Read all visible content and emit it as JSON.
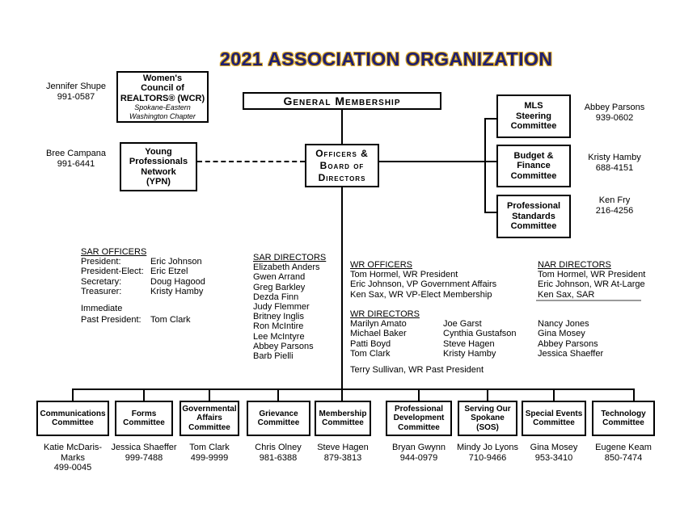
{
  "title": "2021 ASSOCIATION ORGANIZATION",
  "colors": {
    "title_fill": "#1f1f70",
    "title_outline": "#d9a520",
    "line": "#000000",
    "divider": "#9a9a9a"
  },
  "wcr": {
    "contact": {
      "name": "Jennifer Shupe",
      "phone": "991-0587"
    },
    "box": {
      "line1": "Women's",
      "line2": "Council of",
      "line3": "REALTORS® (WCR)",
      "sub1": "Spokane-Eastern",
      "sub2": "Washington Chapter"
    }
  },
  "general_membership": {
    "label": "General Membership"
  },
  "ypn": {
    "contact": {
      "name": "Bree Campana",
      "phone": "991-6441"
    },
    "box": {
      "line1": "Young",
      "line2": "Professionals",
      "line3": "Network",
      "line4": "(YPN)"
    }
  },
  "officers_board": {
    "line1": "Officers &",
    "line2": "Board of",
    "line3": "Directors"
  },
  "right_committees": [
    {
      "line1": "MLS",
      "line2": "Steering",
      "line3": "Committee",
      "contact_name": "Abbey Parsons",
      "contact_phone": "939-0602"
    },
    {
      "line1": "Budget &",
      "line2": "Finance",
      "line3": "Committee",
      "contact_name": "Kristy Hamby",
      "contact_phone": "688-4151"
    },
    {
      "line1": "Professional",
      "line2": "Standards",
      "line3": "Committee",
      "contact_name": "Ken Fry",
      "contact_phone": "216-4256"
    }
  ],
  "sar_officers": {
    "heading": "SAR OFFICERS",
    "rows": [
      {
        "label": "President:",
        "name": "Eric Johnson"
      },
      {
        "label": "President-Elect:",
        "name": "Eric Etzel"
      },
      {
        "label": "Secretary:",
        "name": "Doug Hagood"
      },
      {
        "label": "Treasurer:",
        "name": "Kristy Hamby"
      }
    ],
    "immediate": "Immediate",
    "past_label": "Past President:",
    "past_name": "Tom Clark"
  },
  "sar_directors": {
    "heading": "SAR DIRECTORS",
    "members": [
      "Elizabeth Anders",
      "Gwen Arrand",
      "Greg Barkley",
      "Dezda Finn",
      "Judy Flemmer",
      "Britney Inglis",
      "Ron McIntire",
      "Lee McIntyre",
      "Abbey Parsons",
      "Barb Pielli"
    ]
  },
  "wr_officers": {
    "heading": "WR OFFICERS",
    "members": [
      "Tom Hormel, WR President",
      "Eric Johnson, VP Government Affairs",
      "Ken Sax, WR VP-Elect Membership"
    ]
  },
  "wr_directors": {
    "heading": "WR DIRECTORS",
    "col1": [
      "Marilyn Amato",
      "Michael Baker",
      "Patti Boyd",
      "Tom Clark"
    ],
    "col2": [
      "Joe Garst",
      "Cynthia Gustafson",
      "Steve Hagen",
      "Kristy Hamby"
    ],
    "col3": [
      "Nancy Jones",
      "Gina Mosey",
      "Abbey Parsons",
      "Jessica Shaeffer"
    ]
  },
  "nar_directors": {
    "heading": "NAR DIRECTORS",
    "members": [
      "Tom Hormel, WR President",
      "Eric Johnson, WR At-Large",
      "Ken Sax, SAR"
    ]
  },
  "wr_past_president": "Terry Sullivan, WR Past President",
  "bottom_committees": [
    {
      "lines": [
        "Communications",
        "Committee"
      ],
      "contact": [
        "Katie McDaris-",
        "Marks",
        "499-0045"
      ]
    },
    {
      "lines": [
        "Forms",
        "Committee"
      ],
      "contact": [
        "Jessica Shaeffer",
        "999-7488"
      ]
    },
    {
      "lines": [
        "Governmental",
        "Affairs",
        "Committee"
      ],
      "contact": [
        "Tom Clark",
        "499-9999"
      ]
    },
    {
      "lines": [
        "Grievance",
        "Committee"
      ],
      "contact": [
        "Chris Olney",
        "981-6388"
      ]
    },
    {
      "lines": [
        "Membership",
        "Committee"
      ],
      "contact": [
        "Steve Hagen",
        "879-3813"
      ]
    },
    {
      "lines": [
        "Professional",
        "Development",
        "Committee"
      ],
      "contact": [
        "Bryan Gwynn",
        "944-0979"
      ]
    },
    {
      "lines": [
        "Serving Our",
        "Spokane",
        "(SOS)"
      ],
      "contact": [
        "Mindy Jo Lyons",
        "710-9466"
      ]
    },
    {
      "lines": [
        "Special Events",
        "Committee"
      ],
      "contact": [
        "Gina Mosey",
        "953-3410"
      ]
    },
    {
      "lines": [
        "Technology",
        "Committee"
      ],
      "contact": [
        "Eugene Keam",
        "850-7474"
      ]
    }
  ]
}
